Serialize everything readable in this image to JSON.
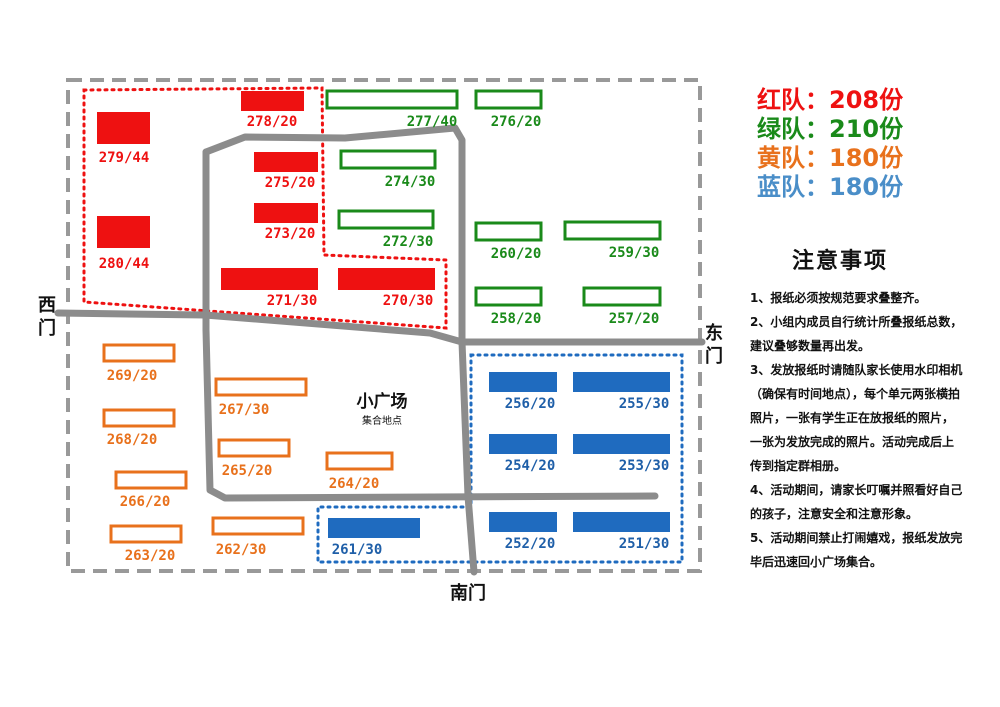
{
  "teams": [
    {
      "name": "红队",
      "sep": "：",
      "count": "208份",
      "color": "#ee1111"
    },
    {
      "name": "绿队",
      "sep": "：",
      "count": "210份",
      "color": "#1a8a1a"
    },
    {
      "name": "黄队",
      "sep": "：",
      "count": "180份",
      "color": "#e8711c"
    },
    {
      "name": "蓝队",
      "sep": "：",
      "count": "180份",
      "color": "#4a8ec8"
    }
  ],
  "notes": {
    "title": "注意事项",
    "items": [
      "1、报纸必须按规范要求叠整齐。",
      "2、小组内成员自行统计所叠报纸总数，建议叠够数量再出发。",
      "3、发放报纸时请随队家长使用水印相机（确保有时间地点），每个单元两张横拍照片，一张有学生正在放报纸的照片，一张为发放完成的照片。活动完成后上传到指定群相册。",
      "4、活动期间，请家长叮嘱并照看好自己的孩子，注意安全和注意形象。",
      "5、活动期间禁止打闹嬉戏，报纸发放完毕后迅速回小广场集合。"
    ]
  },
  "map": {
    "plaza_name": "小广场",
    "plaza_sub": "集合地点",
    "gates": {
      "west": [
        "西",
        "门"
      ],
      "east": [
        "东",
        "门"
      ],
      "south": "南门"
    },
    "team_colors": {
      "red": "#ee1111",
      "green": "#1a8a1a",
      "orange": "#e8711c",
      "blue": "#1f6bbf",
      "blue_text": "#1f5fa8"
    },
    "blocks": [
      {
        "label": "278/20",
        "team": "red"
      },
      {
        "label": "279/44",
        "team": "red"
      },
      {
        "label": "275/20",
        "team": "red"
      },
      {
        "label": "273/20",
        "team": "red"
      },
      {
        "label": "280/44",
        "team": "red"
      },
      {
        "label": "271/30",
        "team": "red"
      },
      {
        "label": "270/30",
        "team": "red"
      },
      {
        "label": "277/40",
        "team": "green"
      },
      {
        "label": "276/20",
        "team": "green"
      },
      {
        "label": "274/30",
        "team": "green"
      },
      {
        "label": "272/30",
        "team": "green"
      },
      {
        "label": "260/20",
        "team": "green"
      },
      {
        "label": "259/30",
        "team": "green"
      },
      {
        "label": "258/20",
        "team": "green"
      },
      {
        "label": "257/20",
        "team": "green"
      },
      {
        "label": "269/20",
        "team": "orange"
      },
      {
        "label": "267/30",
        "team": "orange"
      },
      {
        "label": "268/20",
        "team": "orange"
      },
      {
        "label": "265/20",
        "team": "orange"
      },
      {
        "label": "264/20",
        "team": "orange"
      },
      {
        "label": "266/20",
        "team": "orange"
      },
      {
        "label": "262/30",
        "team": "orange"
      },
      {
        "label": "263/20",
        "team": "orange"
      },
      {
        "label": "256/20",
        "team": "blue"
      },
      {
        "label": "255/30",
        "team": "blue"
      },
      {
        "label": "254/20",
        "team": "blue"
      },
      {
        "label": "253/30",
        "team": "blue"
      },
      {
        "label": "261/30",
        "team": "blue"
      },
      {
        "label": "252/20",
        "team": "blue"
      },
      {
        "label": "251/30",
        "team": "blue"
      }
    ]
  }
}
